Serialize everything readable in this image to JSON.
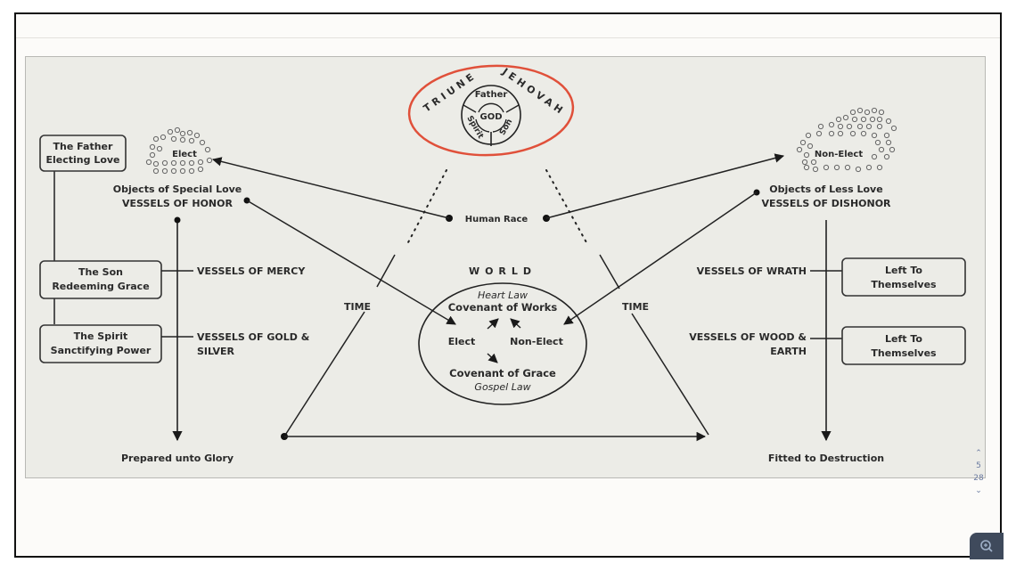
{
  "diagram": {
    "title_ring": {
      "top_left": "TRIUNE",
      "top_right": "JEHOVAH",
      "center": "GOD",
      "segments": [
        "Father",
        "Son",
        "Spirit"
      ],
      "highlight_color": "#e0503a"
    },
    "left_boxes": [
      {
        "title": "The Father",
        "subtitle": "Electing Love"
      },
      {
        "title": "The Son",
        "subtitle": "Redeeming Grace"
      },
      {
        "title": "The Spirit",
        "subtitle": "Sanctifying Power"
      }
    ],
    "right_boxes": [
      {
        "title": "Left To",
        "subtitle": "Themselves"
      },
      {
        "title": "Left To",
        "subtitle": "Themselves"
      }
    ],
    "elect_cluster": "Elect",
    "nonelect_cluster": "Non-Elect",
    "left_labels": {
      "objects": "Objects of Special Love",
      "vessels": "VESSELS OF HONOR",
      "mercy": "VESSELS OF MERCY",
      "gold_1": "VESSELS OF GOLD &",
      "gold_2": "SILVER",
      "end": "Prepared unto Glory"
    },
    "right_labels": {
      "objects": "Objects of Less Love",
      "vessels": "VESSELS OF DISHONOR",
      "wrath": "VESSELS OF WRATH",
      "wood_1": "VESSELS OF WOOD &",
      "wood_2": "EARTH",
      "end": "Fitted to Destruction"
    },
    "human_race": "Human Race",
    "time_left": "TIME",
    "time_right": "TIME",
    "world": {
      "label": "WORLD",
      "heart_law": "Heart Law",
      "covenant_works": "Covenant of Works",
      "elect": "Elect",
      "non_elect": "Non-Elect",
      "covenant_grace": "Covenant of Grace",
      "gospel_law": "Gospel Law"
    }
  },
  "pager": {
    "current": "5",
    "total": "28"
  },
  "zoom_button": {
    "icon": "zoom-in-icon"
  }
}
